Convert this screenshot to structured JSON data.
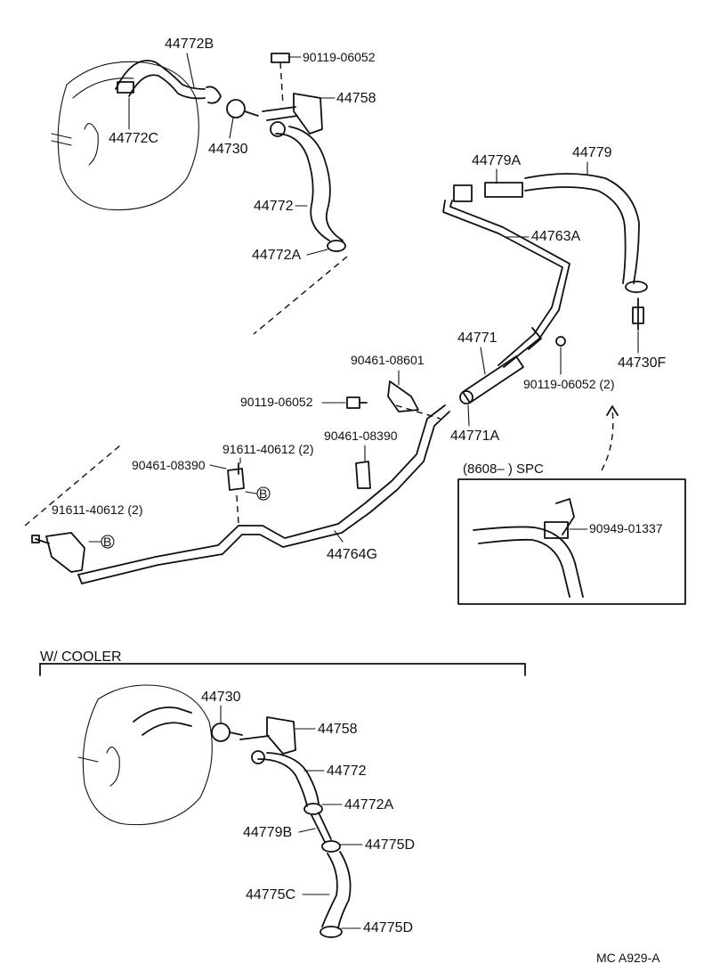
{
  "top_assembly": {
    "labels": {
      "p44772B": "44772B",
      "p90119_06052_top": "90119-06052",
      "p44758": "44758",
      "p44772C": "44772C",
      "p44730": "44730",
      "p44772": "44772",
      "p44772A": "44772A"
    }
  },
  "right_assembly": {
    "labels": {
      "p44779A": "44779A",
      "p44779": "44779",
      "p44763A": "44763A",
      "p44730F": "44730F",
      "p44771": "44771",
      "p90119_06052_2": "90119-06052 (2)",
      "p44771A": "44771A"
    }
  },
  "middle_assembly": {
    "labels": {
      "p90461_08601": "90461-08601",
      "p90119_06052_mid": "90119-06052",
      "p90461_08390_right": "90461-08390",
      "p91611_40612_top": "91611-40612 (2)",
      "p90461_08390_left": "90461-08390",
      "p91611_40612_left": "91611-40612 (2)",
      "p44764G": "44764G",
      "badge_B": "B"
    }
  },
  "spc_box": {
    "header": "(8608–       ) SPC",
    "part": "90949-01337"
  },
  "cooler_section": {
    "title": "W/ COOLER",
    "labels": {
      "p44730": "44730",
      "p44758": "44758",
      "p44772": "44772",
      "p44772A": "44772A",
      "p44779B": "44779B",
      "p44775D_top": "44775D",
      "p44775C": "44775C",
      "p44775D_bottom": "44775D"
    }
  },
  "footer_code": "MC  A929-A"
}
